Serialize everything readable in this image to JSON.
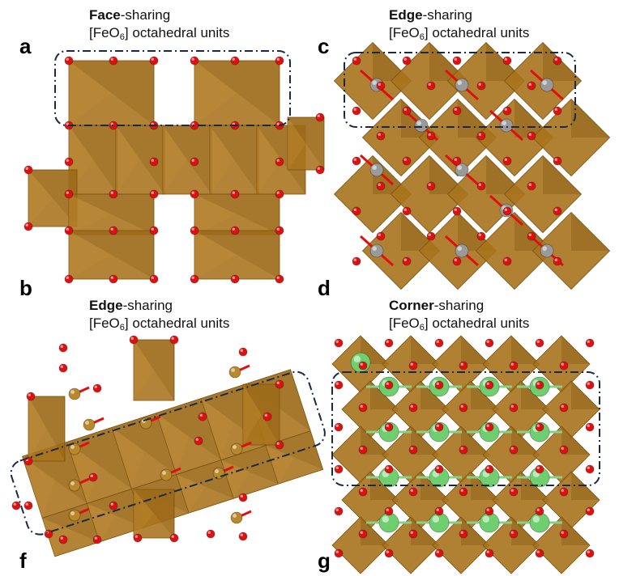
{
  "panels": [
    {
      "letter": "a",
      "caption_bold": "Face",
      "caption_rest": "-sharing",
      "caption_line2_pre": "[FeO",
      "caption_line2_sub": "6",
      "caption_line2_post": "] octahedral units"
    },
    {
      "letter": "c",
      "caption_bold": "Edge",
      "caption_rest": "-sharing",
      "caption_line2_pre": "[FeO",
      "caption_line2_sub": "6",
      "caption_line2_post": "] octahedral units"
    },
    {
      "letter": "b"
    },
    {
      "letter": "d"
    },
    {
      "letter": "f",
      "caption_bold": "Edge",
      "caption_rest": "-sharing",
      "caption_line2_pre": "[FeO",
      "caption_line2_sub": "6",
      "caption_line2_post": "] octahedral units"
    },
    {
      "letter": "g",
      "caption_bold": "Corner",
      "caption_rest": "-sharing",
      "caption_line2_pre": "[FeO",
      "caption_line2_sub": "6",
      "caption_line2_post": "] octahedral units"
    }
  ],
  "colors": {
    "octahedron": "#a8731d",
    "octahedron_dark": "#7a5210",
    "oxygen": "#e01010",
    "grey_atom": "#9a9a9a",
    "gold_atom": "#b8882a",
    "green_atom": "#6fcf6f",
    "box_line": "#1a2a44"
  }
}
